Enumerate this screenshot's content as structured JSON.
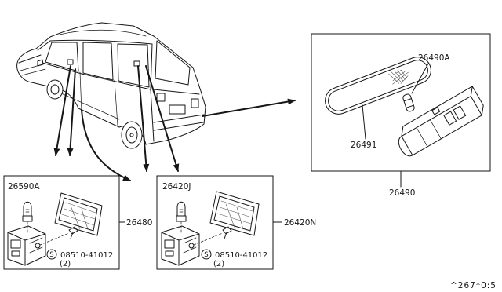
{
  "left_panel": {
    "bulb_part_no": "26590A",
    "assembly_part_no": "26480",
    "screw_symbol": "S",
    "screw_part_no": "08510-41012",
    "screw_qty": "(2)"
  },
  "middle_panel": {
    "bulb_part_no": "26420J",
    "assembly_part_no": "26420N",
    "screw_symbol": "S",
    "screw_part_no": "08510-41012",
    "screw_qty": "(2)"
  },
  "right_panel": {
    "bulb_part_no": "26490A",
    "lens_part_no": "26491",
    "assembly_part_no": "26490"
  },
  "footer": {
    "diagram_ref": "^267*0:5"
  },
  "colors": {
    "line": "#161616",
    "background": "#ffffff"
  }
}
